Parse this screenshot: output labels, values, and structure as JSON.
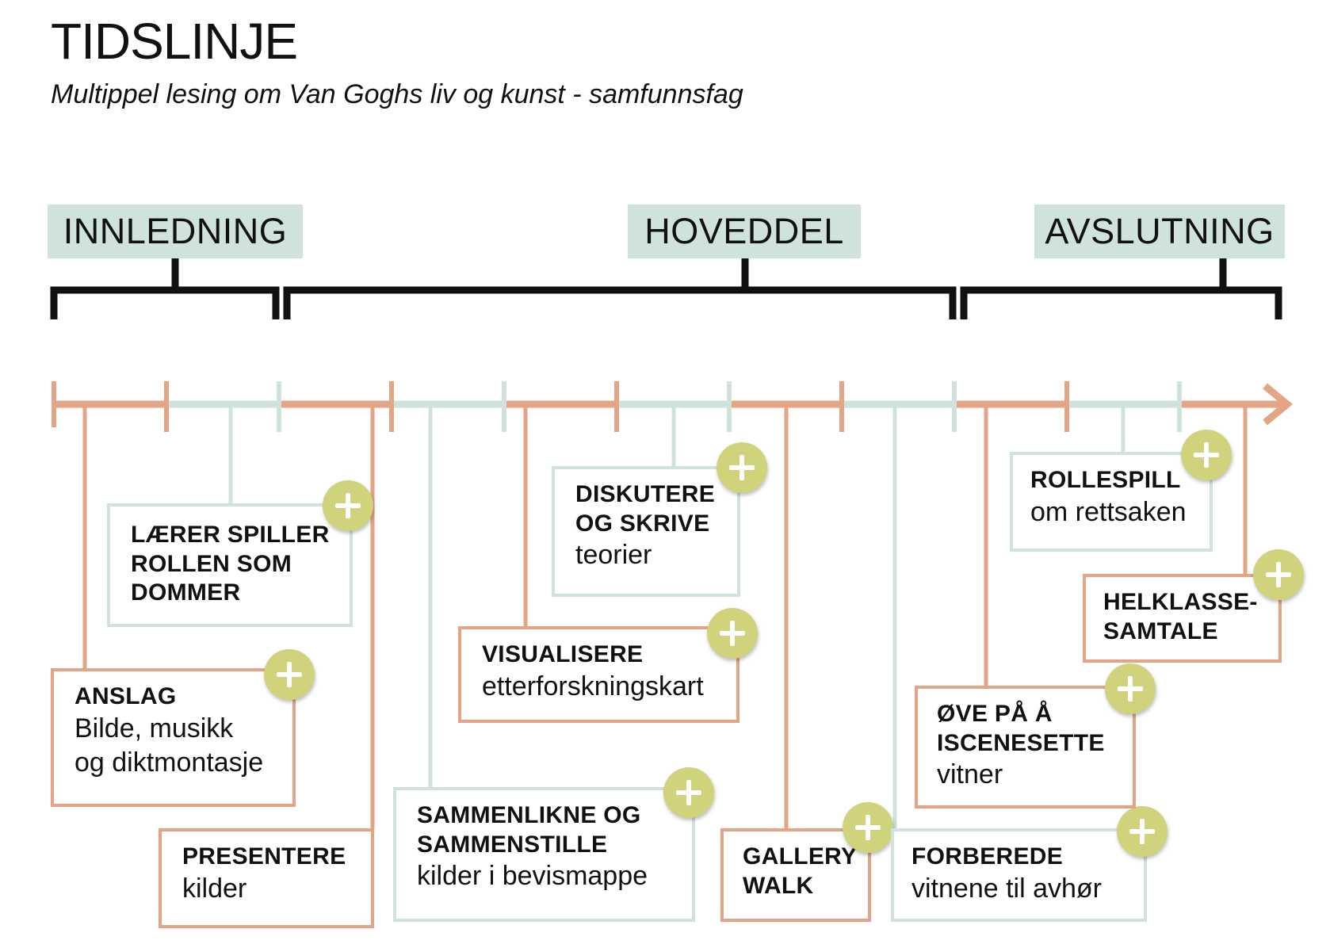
{
  "header": {
    "title": "TIDSLINJE",
    "subtitle": "Multippel lesing om Van Goghs liv og kunst - samfunnsfag"
  },
  "sections": {
    "intro": "INNLEDNING",
    "main": "HOVEDDEL",
    "end": "AVSLUTNING"
  },
  "colors": {
    "orange": "#e3a585",
    "green": "#cfe3dc",
    "plus": "#d0d27c",
    "bracket": "#111111"
  },
  "icons": {
    "expand": "plus-circle-icon"
  },
  "cards": {
    "anslag": {
      "head": "ANSLAG",
      "body": "Bilde, musikk\nog diktmontasje"
    },
    "laerer": {
      "head": "LÆRER SPILLER\nROLLEN SOM\nDOMMER",
      "body": ""
    },
    "presentere": {
      "head": "PRESENTERE",
      "body": "kilder"
    },
    "sammenlikne": {
      "head": "SAMMENLIKNE OG\nSAMMENSTILLE",
      "body": "kilder i bevismappe"
    },
    "visualisere": {
      "head": "VISUALISERE",
      "body": "etterforskningskart"
    },
    "diskutere": {
      "head": "DISKUTERE\nOG SKRIVE",
      "body": "teorier"
    },
    "gallery": {
      "head": "GALLERY\nWALK",
      "body": ""
    },
    "forberede": {
      "head": "FORBEREDE",
      "body": "vitnene til avhør"
    },
    "ove": {
      "head": "ØVE PÅ Å\nISCENESETTE",
      "body": "vitner"
    },
    "rollespill": {
      "head": "ROLLESPILL",
      "body": "om rettsaken"
    },
    "helklasse": {
      "head": "HELKLASSE-\nSAMTALE",
      "body": ""
    }
  }
}
